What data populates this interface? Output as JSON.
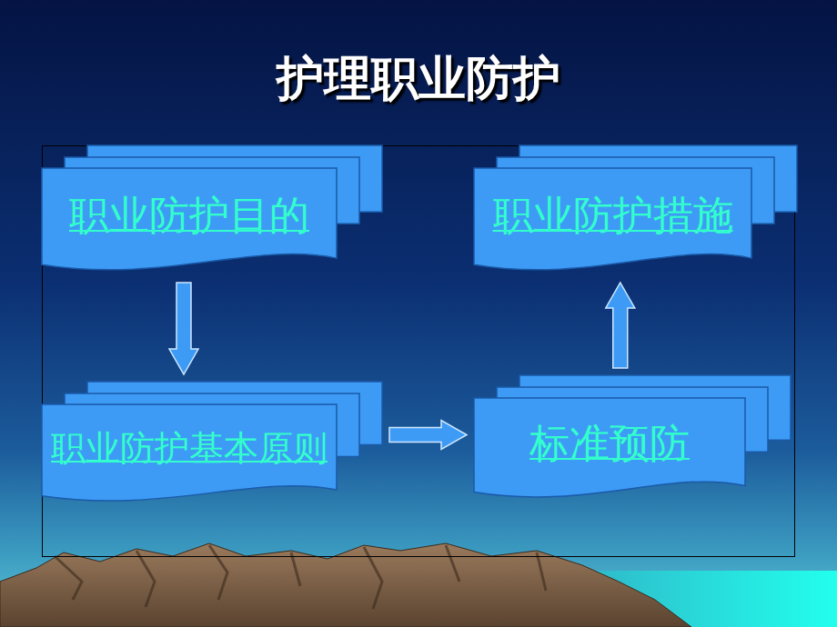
{
  "diagram": {
    "title": "护理职业防护",
    "nodes": [
      {
        "text": [
          "职业防护目的"
        ]
      },
      {
        "text": [
          "职业防护措施"
        ]
      },
      {
        "text": [
          "职业防护基本原则"
        ]
      },
      {
        "text": [
          "标准预防"
        ]
      }
    ],
    "edges": [
      {
        "from": 0,
        "to": 2,
        "arrow": "to"
      },
      {
        "from": 2,
        "to": 3,
        "arrow": "to"
      },
      {
        "from": 3,
        "to": 1,
        "arrow": "to"
      }
    ]
  }
}
